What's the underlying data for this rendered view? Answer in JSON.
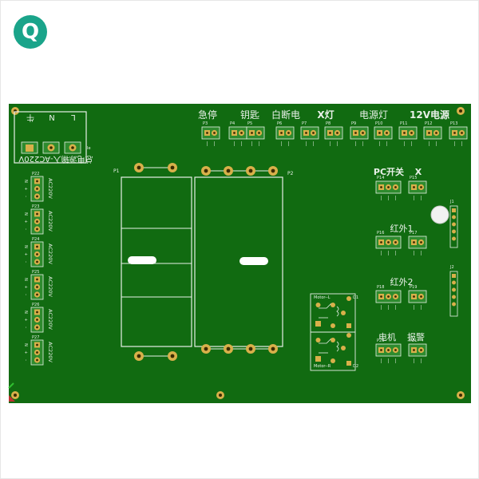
{
  "logo": {
    "letter": "Q",
    "icon": "q-logo-icon"
  },
  "board": {
    "colors": {
      "board": "#116b11",
      "silk": "#e8f0e8",
      "pad": "#d8b04a",
      "hole": "#3a2a00",
      "header": "#2e8b2e"
    },
    "power_input": {
      "pin_labels": [
        "牛",
        "N",
        "L"
      ],
      "caption": "总电源输入-AC220V",
      "small_label": "Ie"
    },
    "left_connectors": [
      {
        "ref": "P22",
        "label": "AC220V"
      },
      {
        "ref": "P23",
        "label": "AC220V"
      },
      {
        "ref": "P24",
        "label": "AC220V"
      },
      {
        "ref": "P25",
        "label": "AC220V"
      },
      {
        "ref": "P26",
        "label": "AC220V"
      },
      {
        "ref": "P27",
        "label": "AC220V"
      }
    ],
    "big_parts": {
      "left_ref": "P1",
      "right_ref": "P2"
    },
    "top_labels": [
      "急停",
      "钥匙",
      "白断电",
      "X灯",
      "电源灯",
      "12V电源"
    ],
    "top_connectors": [
      "P3",
      "P4",
      "P5",
      "P6",
      "P7",
      "P8",
      "P9",
      "P10",
      "P11",
      "P12",
      "P13"
    ],
    "right_labels": {
      "pc_switch": "PC开关",
      "x": "X",
      "ir1": "红外1",
      "ir2": "红外2",
      "motor": "电机",
      "alarm": "报警"
    },
    "right_connectors": [
      "P14",
      "P15",
      "P16",
      "P17",
      "P18",
      "P19",
      "P20",
      "P21"
    ],
    "motor_block": {
      "top_label": "Motor--L",
      "bottom_label": "Motor--R",
      "d1": "D1",
      "d2": "D2"
    },
    "side_headers": [
      "J1",
      "J2"
    ]
  }
}
